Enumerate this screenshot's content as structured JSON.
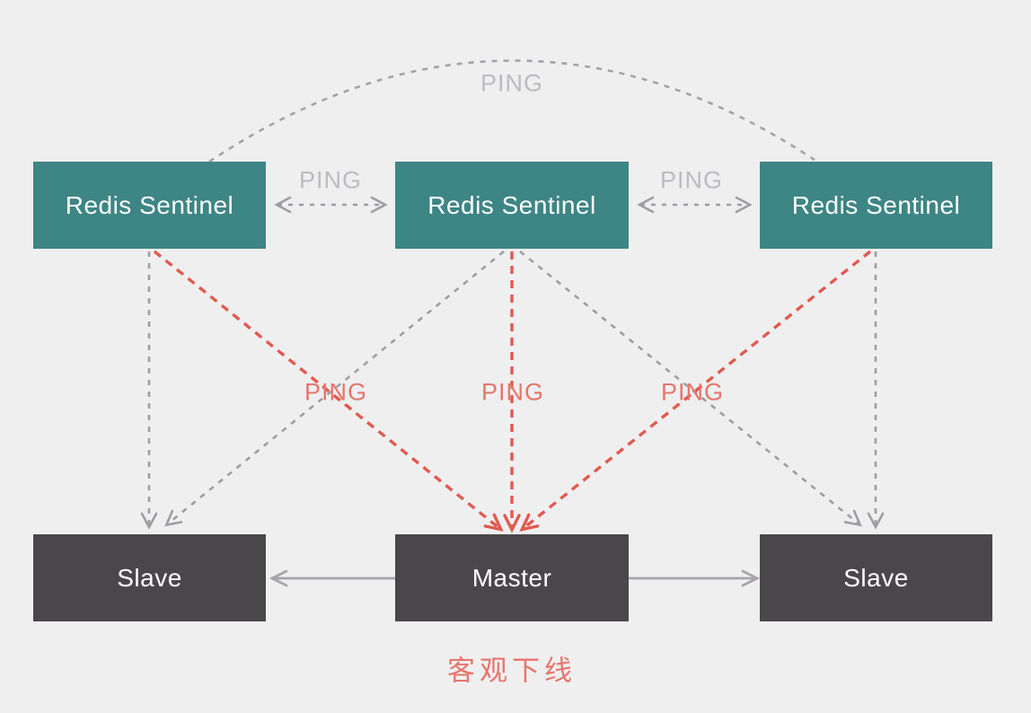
{
  "diagram": {
    "caption": "客观下线",
    "nodes": {
      "sentinel1": {
        "label": "Redis Sentinel",
        "type": "sentinel"
      },
      "sentinel2": {
        "label": "Redis Sentinel",
        "type": "sentinel"
      },
      "sentinel3": {
        "label": "Redis Sentinel",
        "type": "sentinel"
      },
      "slave1": {
        "label": "Slave",
        "type": "redis"
      },
      "master": {
        "label": "Master",
        "type": "redis"
      },
      "slave2": {
        "label": "Slave",
        "type": "redis"
      }
    },
    "edges": [
      {
        "from": "sentinel1",
        "to": "sentinel3",
        "label": "PING",
        "style": "dashed-arc",
        "direction": "none",
        "color": "gray"
      },
      {
        "from": "sentinel1",
        "to": "sentinel2",
        "label": "PING",
        "style": "dashed",
        "direction": "both",
        "color": "gray"
      },
      {
        "from": "sentinel2",
        "to": "sentinel3",
        "label": "PING",
        "style": "dashed",
        "direction": "both",
        "color": "gray"
      },
      {
        "from": "sentinel1",
        "to": "slave1",
        "label": "",
        "style": "dashed",
        "direction": "forward",
        "color": "gray"
      },
      {
        "from": "sentinel2",
        "to": "slave1",
        "label": "",
        "style": "dashed",
        "direction": "forward",
        "color": "gray"
      },
      {
        "from": "sentinel2",
        "to": "slave2",
        "label": "",
        "style": "dashed",
        "direction": "forward",
        "color": "gray"
      },
      {
        "from": "sentinel3",
        "to": "slave2",
        "label": "",
        "style": "dashed",
        "direction": "forward",
        "color": "gray"
      },
      {
        "from": "sentinel1",
        "to": "master",
        "label": "PING",
        "style": "dashed",
        "direction": "forward",
        "color": "red"
      },
      {
        "from": "sentinel2",
        "to": "master",
        "label": "PING",
        "style": "dashed",
        "direction": "forward",
        "color": "red"
      },
      {
        "from": "sentinel3",
        "to": "master",
        "label": "PING",
        "style": "dashed",
        "direction": "forward",
        "color": "red"
      },
      {
        "from": "master",
        "to": "slave1",
        "label": "",
        "style": "solid",
        "direction": "forward",
        "color": "gray"
      },
      {
        "from": "master",
        "to": "slave2",
        "label": "",
        "style": "solid",
        "direction": "forward",
        "color": "gray"
      }
    ],
    "colors": {
      "background": "#f0eff0",
      "sentinel_box": "#3e8585",
      "redis_box": "#4a474b",
      "box_text": "#ffffff",
      "gray_line": "#9e9da3",
      "gray_solid_line": "#a7a5aa",
      "gray_label": "#bcbbc0",
      "red_line": "#e05a50",
      "red_label": "#e5756b"
    }
  }
}
